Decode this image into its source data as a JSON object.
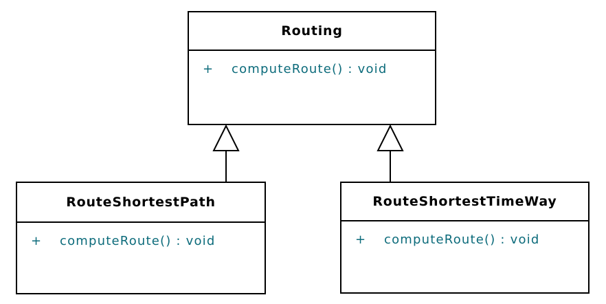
{
  "diagram": {
    "type": "uml-class-diagram",
    "background_color": "#ffffff",
    "border_color": "#000000",
    "class_name_color": "#000000",
    "method_text_color": "#0c6b7b",
    "classes": [
      {
        "id": "routing",
        "name": "Routing",
        "methods": [
          {
            "visibility": "+",
            "signature": "computeRoute() : void"
          }
        ]
      },
      {
        "id": "route-shortest-path",
        "name": "RouteShortestPath",
        "methods": [
          {
            "visibility": "+",
            "signature": "computeRoute() : void"
          }
        ]
      },
      {
        "id": "route-shortest-time-way",
        "name": "RouteShortestTimeWay",
        "methods": [
          {
            "visibility": "+",
            "signature": "computeRoute() : void"
          }
        ]
      }
    ],
    "relationships": [
      {
        "type": "generalization",
        "from": "RouteShortestPath",
        "to": "Routing"
      },
      {
        "type": "generalization",
        "from": "RouteShortestTimeWay",
        "to": "Routing"
      }
    ]
  }
}
